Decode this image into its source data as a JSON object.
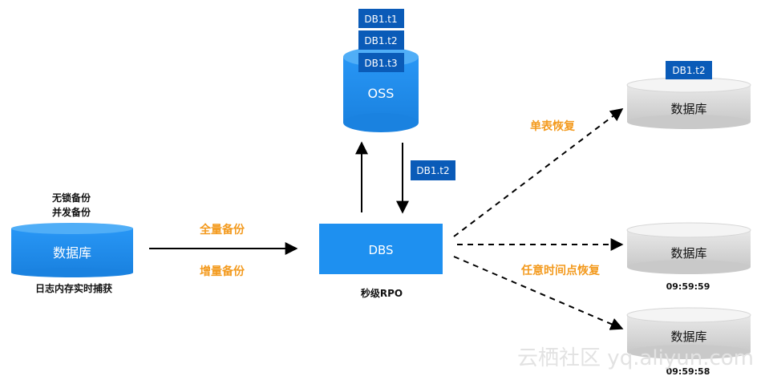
{
  "source_db": {
    "label": "数据库",
    "top_caption_1": "无锁备份",
    "top_caption_2": "并发备份",
    "bottom_caption": "日志内存实时捕获"
  },
  "arrows": {
    "full_backup": "全量备份",
    "incremental_backup": "增量备份",
    "single_table_restore": "单表恢复",
    "point_in_time_restore": "任意时间点恢复"
  },
  "dbs": {
    "label": "DBS",
    "caption": "秒级RPO",
    "to_dbs_tag": "DB1.t2"
  },
  "oss": {
    "label": "OSS",
    "tables": [
      "DB1.t1",
      "DB1.t2",
      "DB1.t3"
    ]
  },
  "targets": [
    {
      "label": "数据库",
      "tag": "DB1.t2",
      "time": ""
    },
    {
      "label": "数据库",
      "tag": "",
      "time": "09:59:59"
    },
    {
      "label": "数据库",
      "tag": "",
      "time": "09:59:58"
    }
  ],
  "watermark": "云栖社区 yq.aliyun.com",
  "colors": {
    "blue": "#1e90f0",
    "dark_blue": "#0a5bb8",
    "orange": "#f39a1e",
    "gray": "#dcdcdc"
  }
}
